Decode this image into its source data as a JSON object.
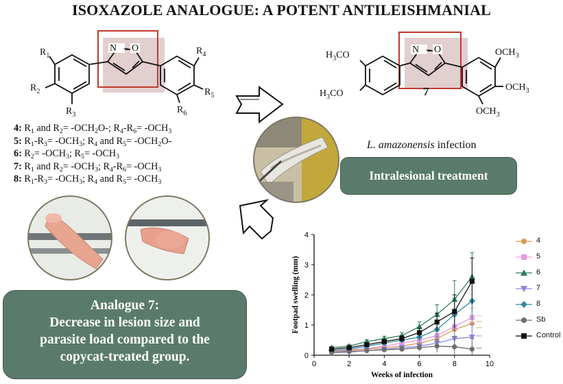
{
  "title": "ISOXAZOLE ANALOGUE: A POTENT ANTILEISHMANIAL",
  "general_structure": {
    "ring_atoms": "N–O",
    "substituents": [
      "R1",
      "R2",
      "R3",
      "R4",
      "R5",
      "R6"
    ]
  },
  "compound_list": [
    {
      "num": "4:",
      "html": "R<sub>1</sub> and R<sub>2</sub>= -OCH<sub>2</sub>O-; R<sub>4</sub>-R<sub>6</sub>= -OCH<sub>3</sub>"
    },
    {
      "num": "5:",
      "html": "R<sub>1</sub>-R<sub>3</sub>= -OCH<sub>3</sub>; R<sub>4</sub> and R<sub>5</sub>= -OCH<sub>2</sub>O-"
    },
    {
      "num": "6:",
      "html": "R<sub>2</sub>= -OCH<sub>3</sub>; R<sub>5</sub>= -OCH<sub>3</sub>"
    },
    {
      "num": "7:",
      "html": "R<sub>1</sub> and R<sub>2</sub>= -OCH<sub>3</sub>; R<sub>4</sub>-R<sub>6</sub>= -OCH<sub>3</sub>"
    },
    {
      "num": "8:",
      "html": "R<sub>1</sub>-R<sub>3</sub>= -OCH<sub>3</sub>; R<sub>4</sub> and R<sub>5</sub>= -OCH<sub>3</sub>"
    }
  ],
  "compound7": {
    "number": "7",
    "substituents": [
      "H3CO",
      "H3CO",
      "OCH3",
      "OCH3",
      "OCH3"
    ]
  },
  "infection_label_species": "L. amazonensis",
  "infection_label_rest": " infection",
  "treatment_box": "Intralesional treatment",
  "result_box": {
    "line1": "Analogue 7:",
    "line2": "Decrease in lesion size and",
    "line3": "parasite load compared to the",
    "line4": "copycat-treated group."
  },
  "colors": {
    "box_green": "#5a7b6b",
    "highlight_red": "#c0392b",
    "shadow_pink": "#d9c4c4"
  },
  "chart_data": {
    "type": "line",
    "title": "",
    "xlabel": "Weeks of infection",
    "ylabel": "Footpad swelling (mm)",
    "xlim": [
      0,
      10
    ],
    "ylim": [
      0,
      4
    ],
    "xticks": [
      0,
      2,
      4,
      6,
      8,
      10
    ],
    "yticks": [
      0,
      1,
      2,
      3,
      4
    ],
    "x": [
      1,
      2,
      3,
      4,
      5,
      6,
      7,
      8,
      9
    ],
    "legend_position": "right",
    "series": [
      {
        "name": "4",
        "color": "#d89a4e",
        "marker": "circle",
        "values": [
          0.1,
          0.15,
          0.2,
          0.25,
          0.3,
          0.4,
          0.55,
          0.85,
          1.05
        ]
      },
      {
        "name": "5",
        "color": "#e79ae0",
        "marker": "square",
        "values": [
          0.12,
          0.18,
          0.22,
          0.3,
          0.4,
          0.5,
          0.65,
          0.95,
          1.25
        ]
      },
      {
        "name": "6",
        "color": "#2f7d5b",
        "marker": "triangle",
        "values": [
          0.25,
          0.3,
          0.45,
          0.55,
          0.65,
          0.95,
          1.35,
          1.85,
          2.6
        ]
      },
      {
        "name": "7",
        "color": "#8a86e0",
        "marker": "tri-down",
        "values": [
          0.08,
          0.1,
          0.15,
          0.2,
          0.25,
          0.3,
          0.4,
          0.55,
          0.6
        ]
      },
      {
        "name": "8",
        "color": "#2f8aa0",
        "marker": "diamond",
        "values": [
          0.15,
          0.2,
          0.3,
          0.4,
          0.5,
          0.6,
          0.85,
          1.35,
          1.8
        ]
      },
      {
        "name": "Sb",
        "color": "#6e6e6e",
        "marker": "circle",
        "values": [
          0.1,
          0.12,
          0.15,
          0.18,
          0.2,
          0.25,
          0.3,
          0.28,
          0.2
        ]
      },
      {
        "name": "Control",
        "color": "#111111",
        "marker": "square",
        "values": [
          0.2,
          0.25,
          0.35,
          0.45,
          0.55,
          0.75,
          1.1,
          1.45,
          2.45
        ]
      }
    ],
    "error": [
      0.08,
      0.1,
      0.12,
      0.15,
      0.18,
      0.25,
      0.45,
      0.75,
      0.8
    ],
    "annotations": [
      "***",
      "***",
      "***",
      "***",
      "***"
    ]
  }
}
